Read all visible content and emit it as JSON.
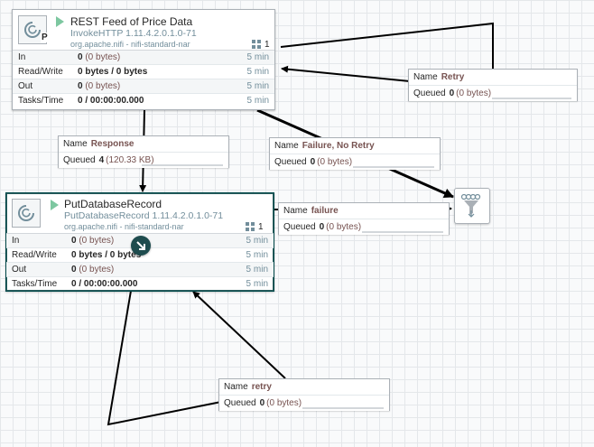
{
  "processors": [
    {
      "name": "REST Feed of Price Data",
      "type": "InvokeHTTP 1.11.4.2.0.1.0-71",
      "bundle": "org.apache.nifi - nifi-standard-nar",
      "badge": "P",
      "task_count": "1",
      "stats": [
        {
          "label": "In",
          "value": "0",
          "value_extra": "(0 bytes)",
          "time": "5 min"
        },
        {
          "label": "Read/Write",
          "value": "0 bytes / 0 bytes",
          "value_extra": "",
          "time": "5 min"
        },
        {
          "label": "Out",
          "value": "0",
          "value_extra": "(0 bytes)",
          "time": "5 min"
        },
        {
          "label": "Tasks/Time",
          "value": "0 / 00:00:00.000",
          "value_extra": "",
          "time": "5 min"
        }
      ]
    },
    {
      "name": "PutDatabaseRecord",
      "type": "PutDatabaseRecord 1.11.4.2.0.1.0-71",
      "bundle": "org.apache.nifi - nifi-standard-nar",
      "task_count": "1",
      "stats": [
        {
          "label": "In",
          "value": "0",
          "value_extra": "(0 bytes)",
          "time": "5 min"
        },
        {
          "label": "Read/Write",
          "value": "0 bytes / 0 bytes",
          "value_extra": "",
          "time": "5 min"
        },
        {
          "label": "Out",
          "value": "0",
          "value_extra": "(0 bytes)",
          "time": "5 min"
        },
        {
          "label": "Tasks/Time",
          "value": "0 / 00:00:00.000",
          "value_extra": "",
          "time": "5 min"
        }
      ]
    }
  ],
  "connections": [
    {
      "name_key": "Name",
      "name": "Retry",
      "queued_key": "Queued",
      "queued": "0",
      "queued_size": "(0 bytes)"
    },
    {
      "name_key": "Name",
      "name": "Response",
      "queued_key": "Queued",
      "queued": "4",
      "queued_size": "(120.33 KB)"
    },
    {
      "name_key": "Name",
      "name": "Failure, No Retry",
      "queued_key": "Queued",
      "queued": "0",
      "queued_size": "(0 bytes)"
    },
    {
      "name_key": "Name",
      "name": "failure",
      "queued_key": "Queued",
      "queued": "0",
      "queued_size": "(0 bytes)"
    },
    {
      "name_key": "Name",
      "name": "retry",
      "queued_key": "Queued",
      "queued": "0",
      "queued_size": "(0 bytes)"
    }
  ],
  "icons": {
    "processor": "processor-icon",
    "run": "run-status-icon",
    "tasks": "active-tasks-icon",
    "funnel": "funnel-icon",
    "bulletin": "bulletin-indicator-icon"
  }
}
